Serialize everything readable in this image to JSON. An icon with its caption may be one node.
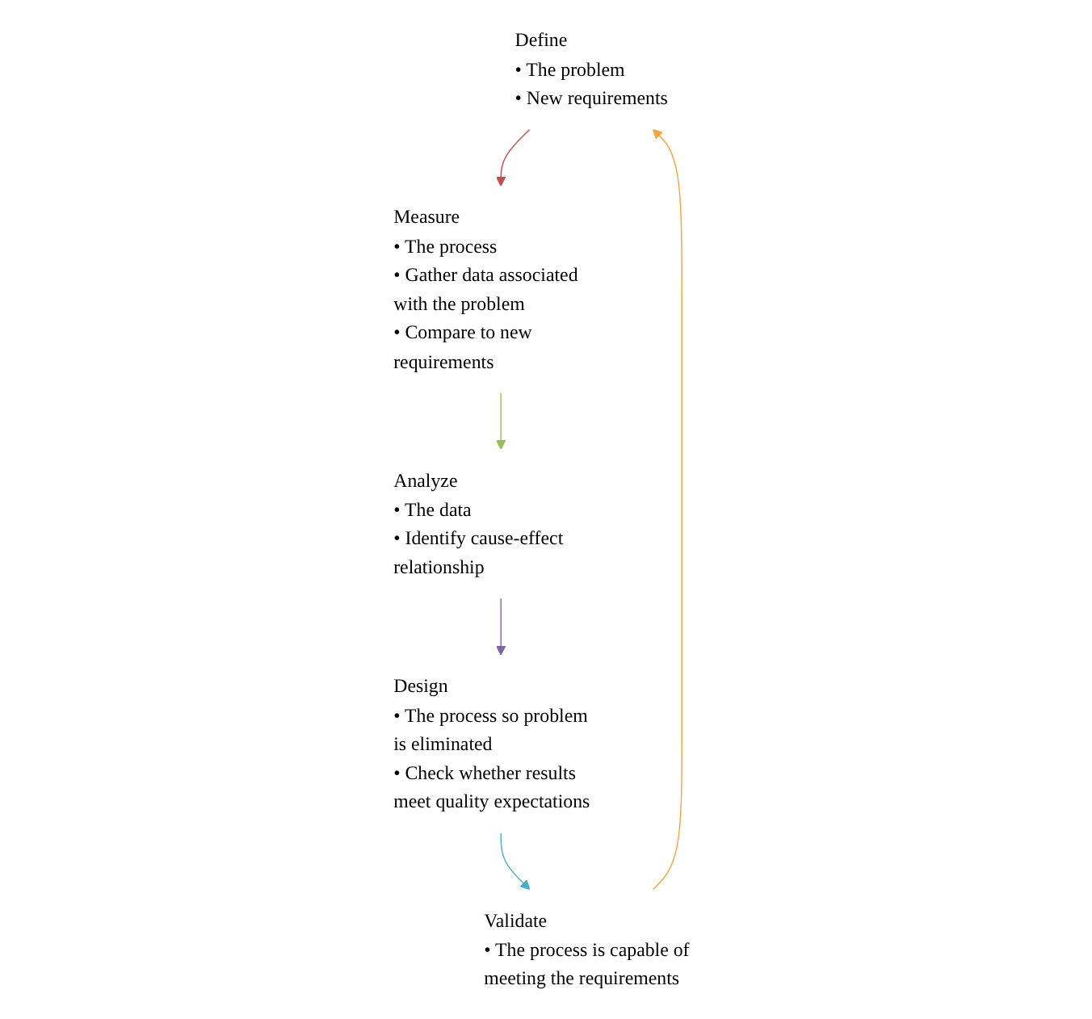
{
  "diagram": {
    "nodes": [
      {
        "text": [
          "Define",
          "• The problem",
          "• New requirements"
        ]
      },
      {
        "text": [
          "Measure",
          "• The process",
          "• Gather data associated with the problem",
          "• Compare to new requirements"
        ]
      },
      {
        "text": [
          "Analyze",
          "• The data",
          "• Identify cause-effect relationship"
        ]
      },
      {
        "text": [
          "Design",
          "• The process so problem is eliminated",
          "• Check whether results meet quality expectations"
        ]
      },
      {
        "text": [
          "Validate",
          "• The process is capable of meeting the requirements"
        ]
      }
    ],
    "edges": [
      {
        "from": 4,
        "to": 0,
        "arrow": "to",
        "color": "#f4a442"
      },
      {
        "from": 0,
        "to": 1,
        "arrow": "to",
        "color": "#c0504d"
      },
      {
        "from": 1,
        "to": 2,
        "arrow": "to",
        "color": "#9bbb59"
      },
      {
        "from": 2,
        "to": 3,
        "arrow": "to",
        "color": "#8064a2"
      },
      {
        "from": 3,
        "to": 4,
        "arrow": "to",
        "color": "#4bacc6"
      }
    ]
  }
}
